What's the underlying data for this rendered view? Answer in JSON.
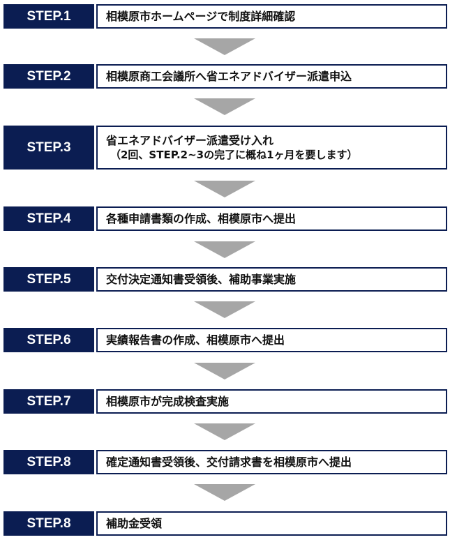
{
  "steps": [
    {
      "label": "STEP.1",
      "text": "相模原市ホームページで制度詳細確認",
      "note": ""
    },
    {
      "label": "STEP.2",
      "text": "相模原商工会議所へ省エネアドバイザー派遣申込",
      "note": ""
    },
    {
      "label": "STEP.3",
      "text": "省エネアドバイザー派遣受け入れ",
      "note": "（2回、STEP.2~3の完了に概ね1ヶ月を要します）"
    },
    {
      "label": "STEP.4",
      "text": "各種申請書類の作成、相模原市へ提出",
      "note": ""
    },
    {
      "label": "STEP.5",
      "text": "交付決定通知書受領後、補助事業実施",
      "note": ""
    },
    {
      "label": "STEP.6",
      "text": "実績報告書の作成、相模原市へ提出",
      "note": ""
    },
    {
      "label": "STEP.7",
      "text": "相模原市が完成検査実施",
      "note": ""
    },
    {
      "label": "STEP.8",
      "text": "確定通知書受領後、交付請求書を相模原市へ提出",
      "note": ""
    },
    {
      "label": "STEP.8",
      "text": "補助金受領",
      "note": ""
    }
  ],
  "colors": {
    "label_bg": "#0b1d52",
    "border": "#0b1d52",
    "arrow": "#a6a6a6"
  }
}
